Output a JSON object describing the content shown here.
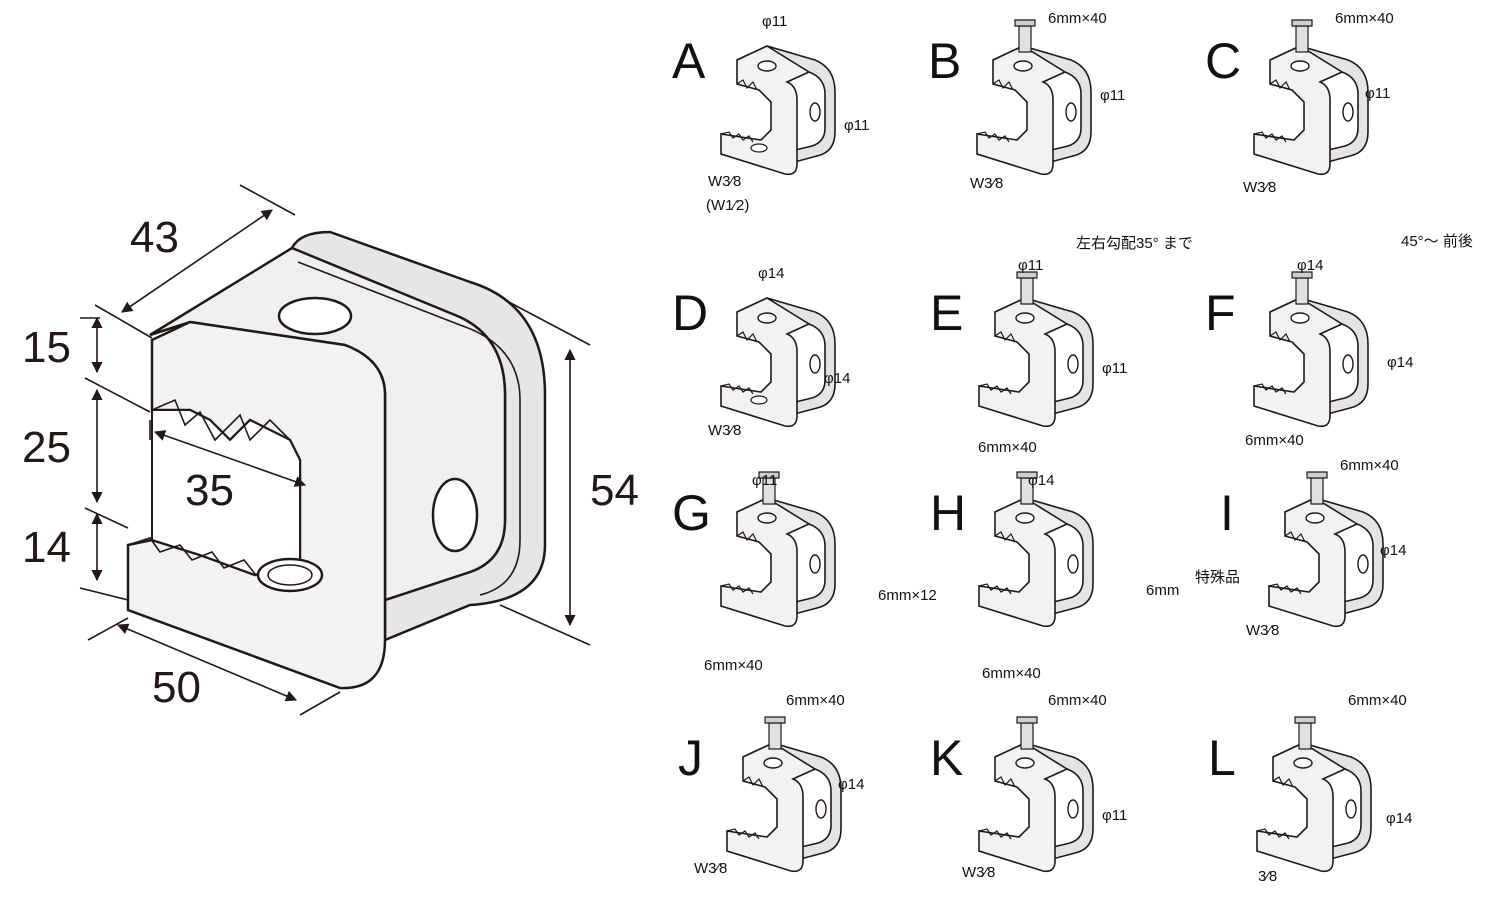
{
  "main_diagram": {
    "dimensions": {
      "d43": "43",
      "d15": "15",
      "d25": "25",
      "d35": "35",
      "d14": "14",
      "d54": "54",
      "d50": "50"
    }
  },
  "variants": [
    {
      "letter": "A",
      "labels": [
        "φ11",
        "φ11",
        "W3⁄8",
        "(W1⁄2)"
      ]
    },
    {
      "letter": "B",
      "labels": [
        "6mm×40",
        "φ11",
        "W3⁄8",
        "左右勾配35° まで"
      ]
    },
    {
      "letter": "C",
      "labels": [
        "6mm×40",
        "φ11",
        "W3⁄8",
        "45°〜 前後"
      ]
    },
    {
      "letter": "D",
      "labels": [
        "φ14",
        "φ14",
        "W3⁄8"
      ]
    },
    {
      "letter": "E",
      "labels": [
        "φ11",
        "φ11",
        "6mm×40"
      ]
    },
    {
      "letter": "F",
      "labels": [
        "φ14",
        "φ14",
        "6mm×40"
      ]
    },
    {
      "letter": "G",
      "labels": [
        "φ11",
        "6mm×12",
        "6mm×40"
      ]
    },
    {
      "letter": "H",
      "labels": [
        "φ14",
        "6mm",
        "6mm×40"
      ]
    },
    {
      "letter": "I",
      "labels": [
        "6mm×40",
        "φ14",
        "特殊品",
        "W3⁄8"
      ]
    },
    {
      "letter": "J",
      "labels": [
        "6mm×40",
        "φ14",
        "W3⁄8"
      ]
    },
    {
      "letter": "K",
      "labels": [
        "6mm×40",
        "φ11",
        "W3⁄8"
      ]
    },
    {
      "letter": "L",
      "labels": [
        "6mm×40",
        "φ14",
        "3⁄8"
      ]
    }
  ],
  "colors": {
    "line": "#231815",
    "body": "#eeeeee",
    "shade": "#d9d9d9"
  }
}
